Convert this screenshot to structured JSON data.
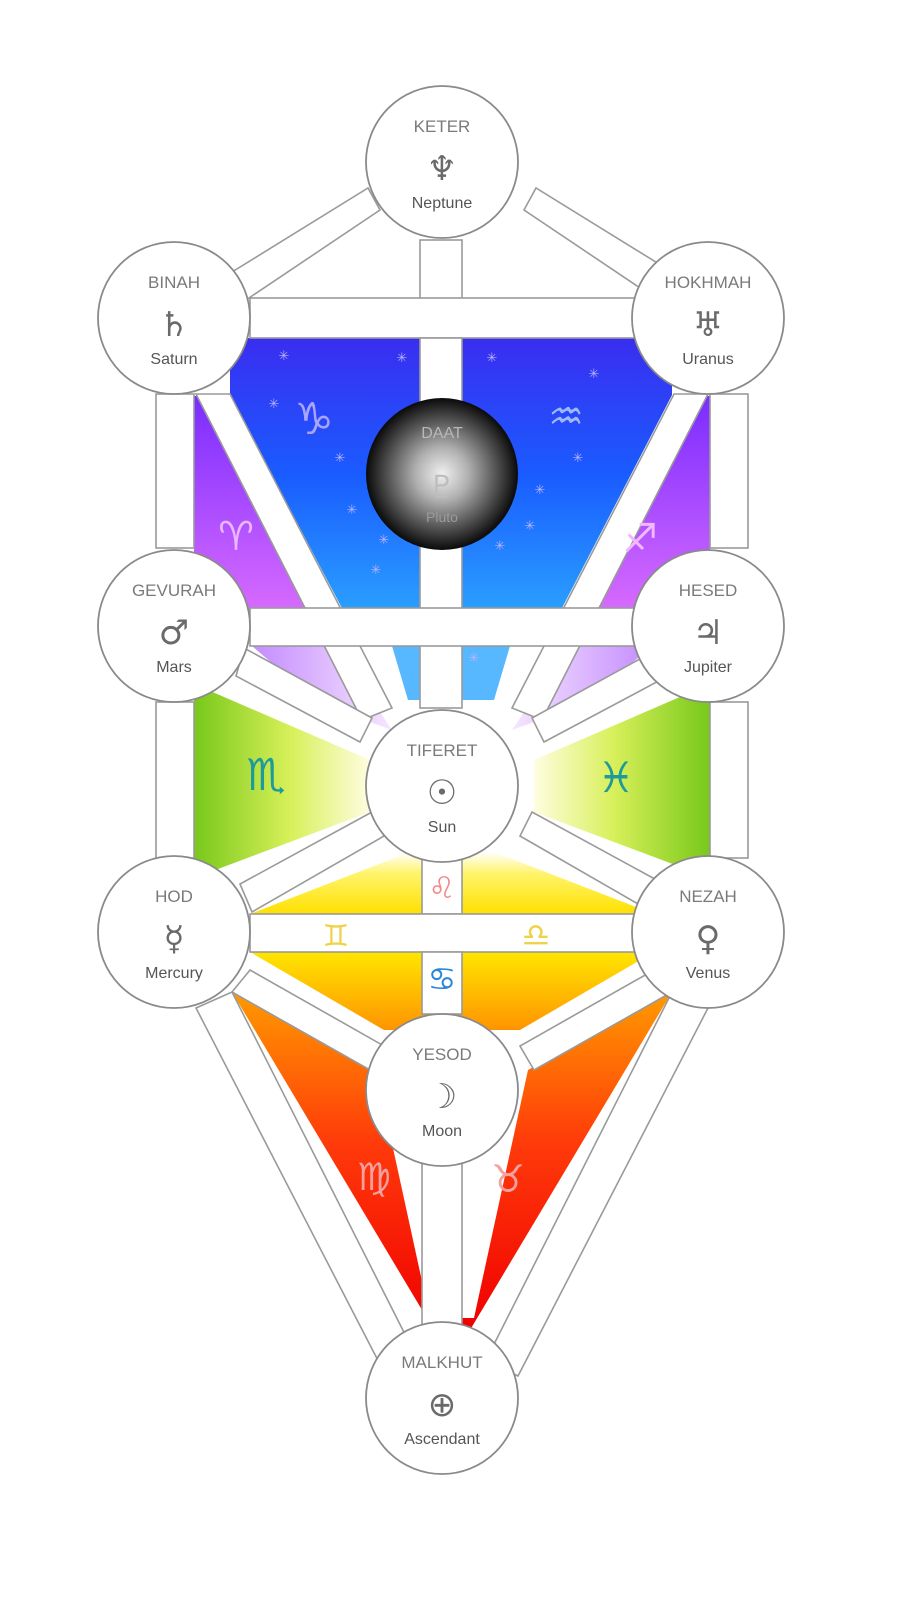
{
  "nodes": [
    {
      "id": "keter",
      "name": "KETER",
      "symbol": "♆",
      "planet": "Neptune"
    },
    {
      "id": "binah",
      "name": "BINAH",
      "symbol": "♄",
      "planet": "Saturn"
    },
    {
      "id": "hokhmah",
      "name": "HOKHMAH",
      "symbol": "♅",
      "planet": "Uranus"
    },
    {
      "id": "gevurah",
      "name": "GEVURAH",
      "symbol": "♂",
      "planet": "Mars"
    },
    {
      "id": "hesed",
      "name": "HESED",
      "symbol": "♃",
      "planet": "Jupiter"
    },
    {
      "id": "tiferet",
      "name": "TIFERET",
      "symbol": "☉",
      "planet": "Sun"
    },
    {
      "id": "hod",
      "name": "HOD",
      "symbol": "☿",
      "planet": "Mercury"
    },
    {
      "id": "nezah",
      "name": "NEZAH",
      "symbol": "♀",
      "planet": "Venus"
    },
    {
      "id": "yesod",
      "name": "YESOD",
      "symbol": "☽",
      "planet": "Moon"
    },
    {
      "id": "malkhut",
      "name": "MALKHUT",
      "symbol": "⊕",
      "planet": "Ascendant"
    }
  ],
  "daat": {
    "name": "DAAT",
    "symbol": "♇",
    "planet": "Pluto"
  },
  "zodiac": [
    {
      "id": "capricorn",
      "symbol": "♑",
      "color": "#a9a4ff"
    },
    {
      "id": "aquarius",
      "symbol": "♒",
      "color": "#9fb8ff"
    },
    {
      "id": "aries",
      "symbol": "♈",
      "color": "#e9b6ff"
    },
    {
      "id": "sagittarius",
      "symbol": "♐",
      "color": "#f0b8ff"
    },
    {
      "id": "scorpio",
      "symbol": "♏",
      "color": "#1e9a9a"
    },
    {
      "id": "pisces",
      "symbol": "♓",
      "color": "#1e9a9a"
    },
    {
      "id": "leo",
      "symbol": "♌",
      "color": "#f08a8a"
    },
    {
      "id": "gemini",
      "symbol": "♊",
      "color": "#f0d24a"
    },
    {
      "id": "libra",
      "symbol": "♎",
      "color": "#f0d24a"
    },
    {
      "id": "cancer",
      "symbol": "♋",
      "color": "#2a86d8"
    },
    {
      "id": "virgo",
      "symbol": "♍",
      "color": "#f2a0a0"
    },
    {
      "id": "taurus",
      "symbol": "♉",
      "color": "#f2a0a0"
    }
  ],
  "colors": {
    "blue_region": "#3b3bff",
    "violet": "#b44bff",
    "green": "#7acb1a",
    "yellow": "#ffe600",
    "orange": "#ff9a00",
    "red": "#ff1a0a",
    "path_stroke": "#9a9a9a",
    "node_stroke": "#8a8a8a"
  }
}
